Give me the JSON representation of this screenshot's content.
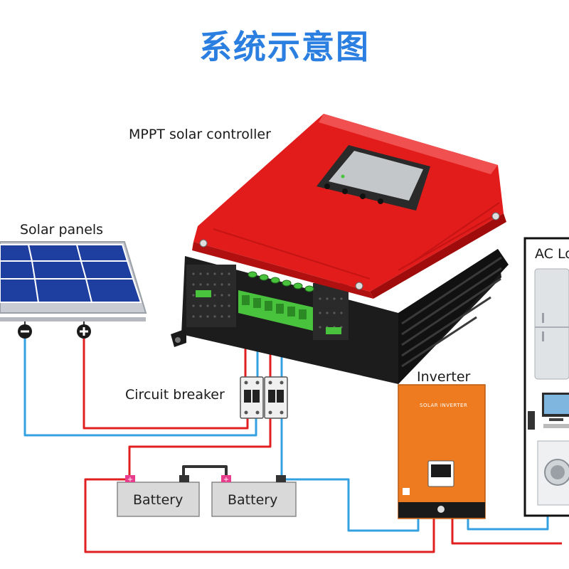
{
  "title": "系统示意图",
  "labels": {
    "controller": "MPPT solar controller",
    "panels": "Solar panels",
    "breaker": "Circuit breaker",
    "inverter": "Inverter",
    "ac_load": "AC Lo"
  },
  "battery_left": "Battery",
  "battery_right": "Battery",
  "inverter_face": "SOLAR INVERTER",
  "colors": {
    "title": "#2b7fe0",
    "controller_red": "#e21b1b",
    "wire_positive": "#e02020",
    "wire_negative": "#35a0e0",
    "inverter_orange": "#ee7b1f",
    "panel_blue": "#1f3fa0",
    "terminal_green": "#49c23d"
  },
  "icons": [
    "minus-terminal-icon",
    "plus-terminal-icon",
    "refrigerator-icon",
    "computer-icon",
    "washing-machine-icon"
  ]
}
